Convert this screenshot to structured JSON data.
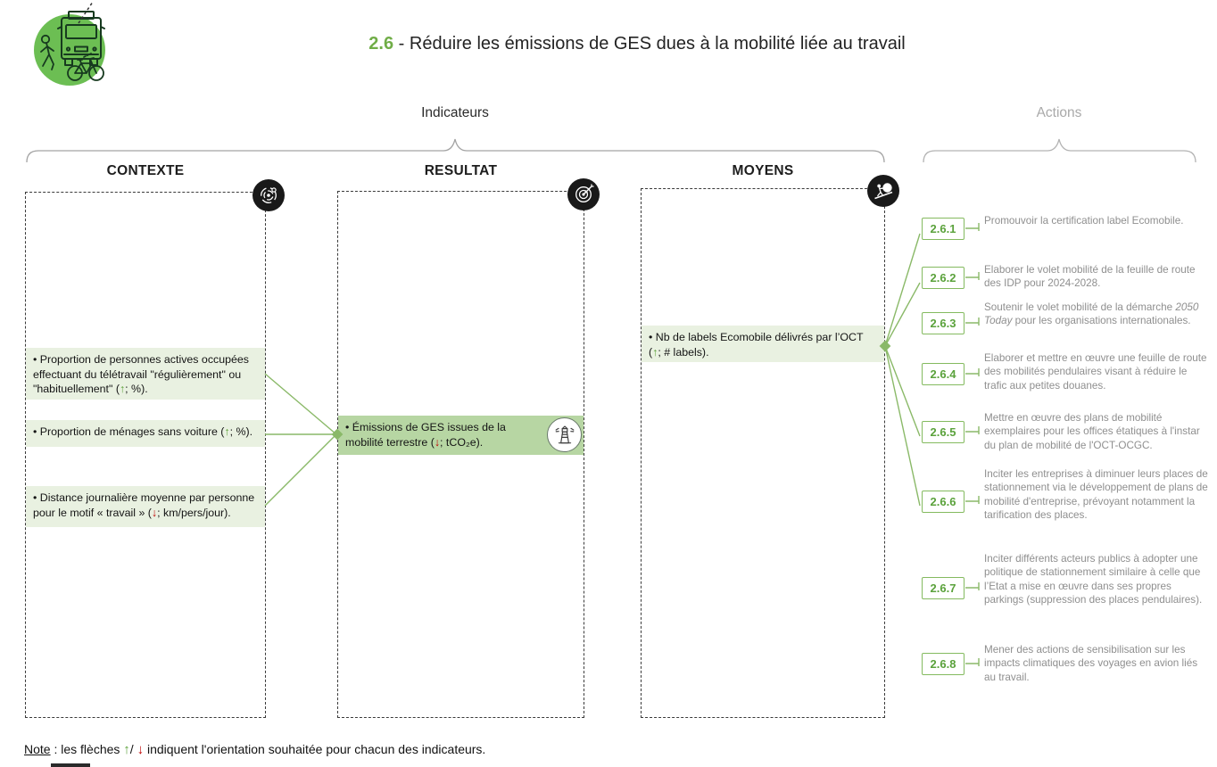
{
  "title": {
    "number": "2.6",
    "separator": "-",
    "text": "Réduire les émissions de GES dues à la mobilité liée au travail"
  },
  "logo": {
    "icon": "bus-pedestrian-bicycle-icon"
  },
  "group_labels": {
    "indicators": "Indicateurs",
    "actions": "Actions"
  },
  "panels": [
    {
      "header": "CONTEXTE",
      "icon": "radar-icon",
      "items": [
        {
          "pre": "• Proportion de personnes actives occupées effectuant du télétravail \"régulièrement\" ou \"habituellement\" (",
          "arrow": "↑",
          "arrow_direction": "up",
          "post": "; %)."
        },
        {
          "pre": "• Proportion de ménages sans voiture (",
          "arrow": "↑",
          "arrow_direction": "up",
          "post": "; %)."
        },
        {
          "pre": "• Distance journalière moyenne par personne pour le motif « travail » (",
          "arrow": "↓",
          "arrow_direction": "down",
          "post": "; km/pers/jour)."
        }
      ]
    },
    {
      "header": "RESULTAT",
      "icon": "dartboard-icon",
      "items": [
        {
          "pre": "• Émissions de GES issues de la mobilité terrestre (",
          "arrow": "↓",
          "arrow_direction": "down",
          "post": "; tCO₂e).",
          "badge_icon": "lighthouse-icon"
        }
      ]
    },
    {
      "header": "MOYENS",
      "icon": "ball-uphill-icon",
      "items": [
        {
          "pre": "• Nb de labels Ecomobile délivrés par l’OCT (",
          "arrow": "↑",
          "arrow_direction": "up",
          "post": "; # labels)."
        }
      ]
    }
  ],
  "actions": [
    {
      "id": "2.6.1",
      "text": "Promouvoir la certification label Ecomobile."
    },
    {
      "id": "2.6.2",
      "text": "Elaborer le volet mobilité de la feuille de route des IDP pour 2024-2028."
    },
    {
      "id": "2.6.3",
      "text_before": "Soutenir le volet mobilité de la démarche ",
      "text_italic": "2050 Today",
      "text_after": " pour les organisations internationales."
    },
    {
      "id": "2.6.4",
      "text": "Elaborer et mettre en œuvre une feuille de route des mobilités pendulaires visant à réduire le trafic aux petites douanes."
    },
    {
      "id": "2.6.5",
      "text": "Mettre en œuvre des plans de mobilité exemplaires pour les offices étatiques à l'instar du plan de mobilité de l'OCT-OCGC."
    },
    {
      "id": "2.6.6",
      "text": "Inciter les entreprises à diminuer leurs places de stationnement via le développement de plans de mobilité d'entreprise, prévoyant notamment la tarification des places."
    },
    {
      "id": "2.6.7",
      "text": "Inciter différents acteurs publics à adopter une politique de stationnement similaire à celle que l’Etat a mise en œuvre dans ses propres parkings (suppression des places pendulaires)."
    },
    {
      "id": "2.6.8",
      "text": "Mener des actions de sensibilisation sur les impacts climatiques des voyages en avion liés au travail."
    }
  ],
  "connections": {
    "context_items_to_result": [
      1,
      2,
      3
    ],
    "moyens_to_actions": [
      "2.6.1",
      "2.6.2",
      "2.6.5",
      "2.6.6"
    ]
  },
  "note": {
    "label": "Note",
    "text_before_arrows": " : les flèches ",
    "up_arrow": "↑",
    "separator": "/ ",
    "down_arrow": "↓",
    "text_after_arrows": " indiquent l'orientation souhaitée pour chacun des indicateurs."
  },
  "colors": {
    "accent_green": "#70ad47",
    "light_item_bg": "#e9f1e1",
    "result_item_bg": "#b7d6a3",
    "connector_green": "#8ab968",
    "arrow_up_green": "#5fa33c",
    "arrow_down_red": "#c00000",
    "actions_text_gray": "#8f8f8f"
  }
}
